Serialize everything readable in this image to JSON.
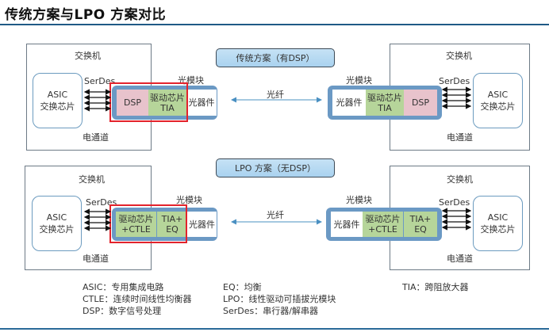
{
  "title": "传统方案与LPO 方案对比",
  "colors": {
    "rule": "#1f5a86",
    "module": "#6b99c4",
    "dsp": "#e8c3cc",
    "driver": "#b6d59a",
    "highlight": "#e3232c",
    "scheme_label": "#b6dbf3"
  },
  "traditional": {
    "scheme_label": "传统方案（有DSP）",
    "fiber_label": "光纤",
    "left": {
      "switch_label": "交换机",
      "serdes_label": "SerDes",
      "asic_line1": "ASIC",
      "asic_line2": "交换芯片",
      "channel_label": "电通道",
      "module_label": "光模块",
      "dsp": "DSP",
      "driver_line1": "驱动芯片",
      "driver_line2": "TIA",
      "optical": "光器件"
    },
    "right": {
      "switch_label": "交换机",
      "serdes_label": "SerDes",
      "asic_line1": "ASIC",
      "asic_line2": "交换芯片",
      "channel_label": "电通道",
      "module_label": "光模块",
      "dsp": "DSP",
      "driver_line1": "驱动芯片",
      "driver_line2": "TIA",
      "optical": "光器件"
    }
  },
  "lpo": {
    "scheme_label": "LPO 方案（无DSP）",
    "fiber_label": "光纤",
    "left": {
      "switch_label": "交换机",
      "serdes_label": "SerDes",
      "asic_line1": "ASIC",
      "asic_line2": "交换芯片",
      "channel_label": "电通道",
      "module_label": "光模块",
      "driver_line1": "驱动芯片",
      "driver_line2": "+CTLE",
      "tia_line1": "TIA+",
      "tia_line2": "EQ",
      "optical": "光器件"
    },
    "right": {
      "switch_label": "交换机",
      "serdes_label": "SerDes",
      "asic_line1": "ASIC",
      "asic_line2": "交换芯片",
      "channel_label": "电通道",
      "module_label": "光模块",
      "driver_line1": "驱动芯片",
      "driver_line2": "+CTLE",
      "tia_line1": "TIA+",
      "tia_line2": "EQ",
      "optical": "光器件"
    }
  },
  "legend": {
    "col1": [
      "ASIC：专用集成电路",
      "CTLE：连续时间线性均衡器",
      "DSP：数字信号处理"
    ],
    "col2": [
      "EQ：均衡",
      "LPO：线性驱动可插拔光模块",
      "SerDes：串行器/解串器"
    ],
    "col3": [
      "TIA：跨阻放大器"
    ]
  }
}
